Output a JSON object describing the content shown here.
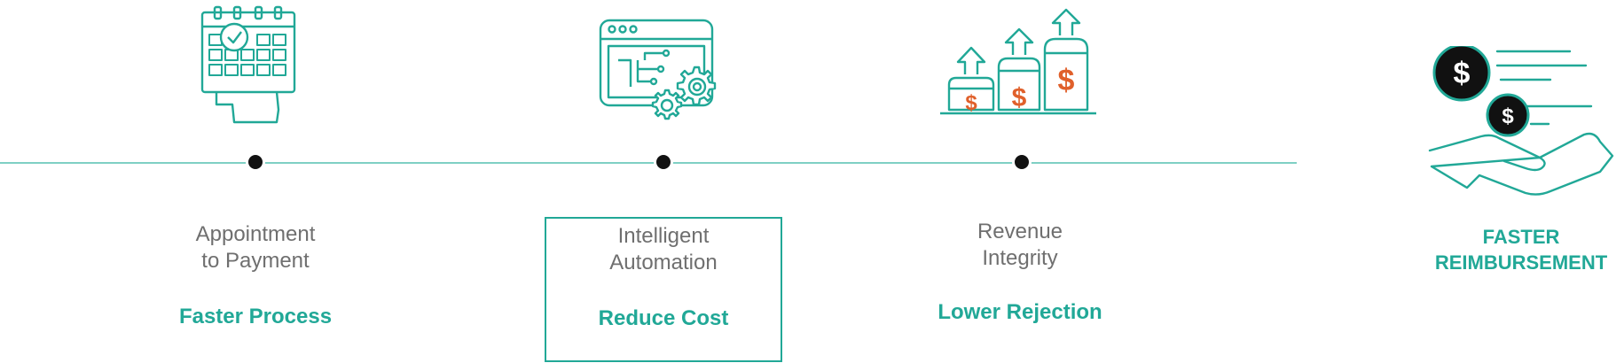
{
  "stages": [
    {
      "label_line1": "Appointment",
      "label_line2": "to Payment",
      "benefit": "Faster Process",
      "icon": "calendar-icon"
    },
    {
      "label_line1": "Intelligent",
      "label_line2": "Automation",
      "benefit": "Reduce Cost",
      "icon": "automation-gears-icon"
    },
    {
      "label_line1": "Revenue",
      "label_line2": "Integrity",
      "benefit": "Lower Rejection",
      "icon": "revenue-growth-icon"
    }
  ],
  "goal": {
    "line1": "FASTER",
    "line2": "REIMBURSEMENT",
    "icon": "hand-with-coins-icon"
  },
  "colors": {
    "teal": "#21a897",
    "line": "#7fd0c4",
    "orange": "#e0602b",
    "label_gray": "#6f6f6f",
    "dot": "#111111"
  }
}
